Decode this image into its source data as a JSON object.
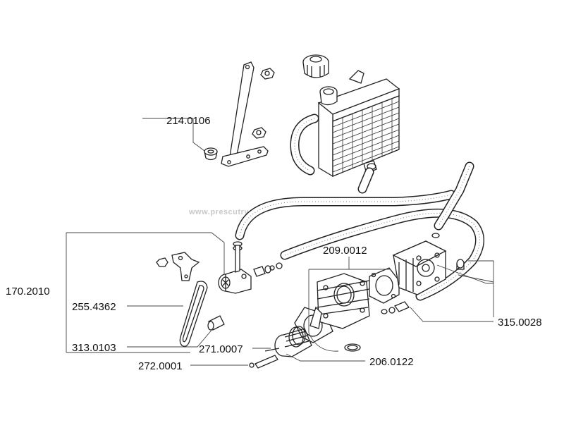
{
  "watermark": "www.prescutry.cz",
  "labels": {
    "p214_0106": "214.0106",
    "p209_0012": "209.0012",
    "p170_2010": "170.2010",
    "p255_4362": "255.4362",
    "p313_0103": "313.0103",
    "p271_0007": "271.0007",
    "p272_0001": "272.0001",
    "p206_0122": "206.0122",
    "p315_0028": "315.0028"
  }
}
